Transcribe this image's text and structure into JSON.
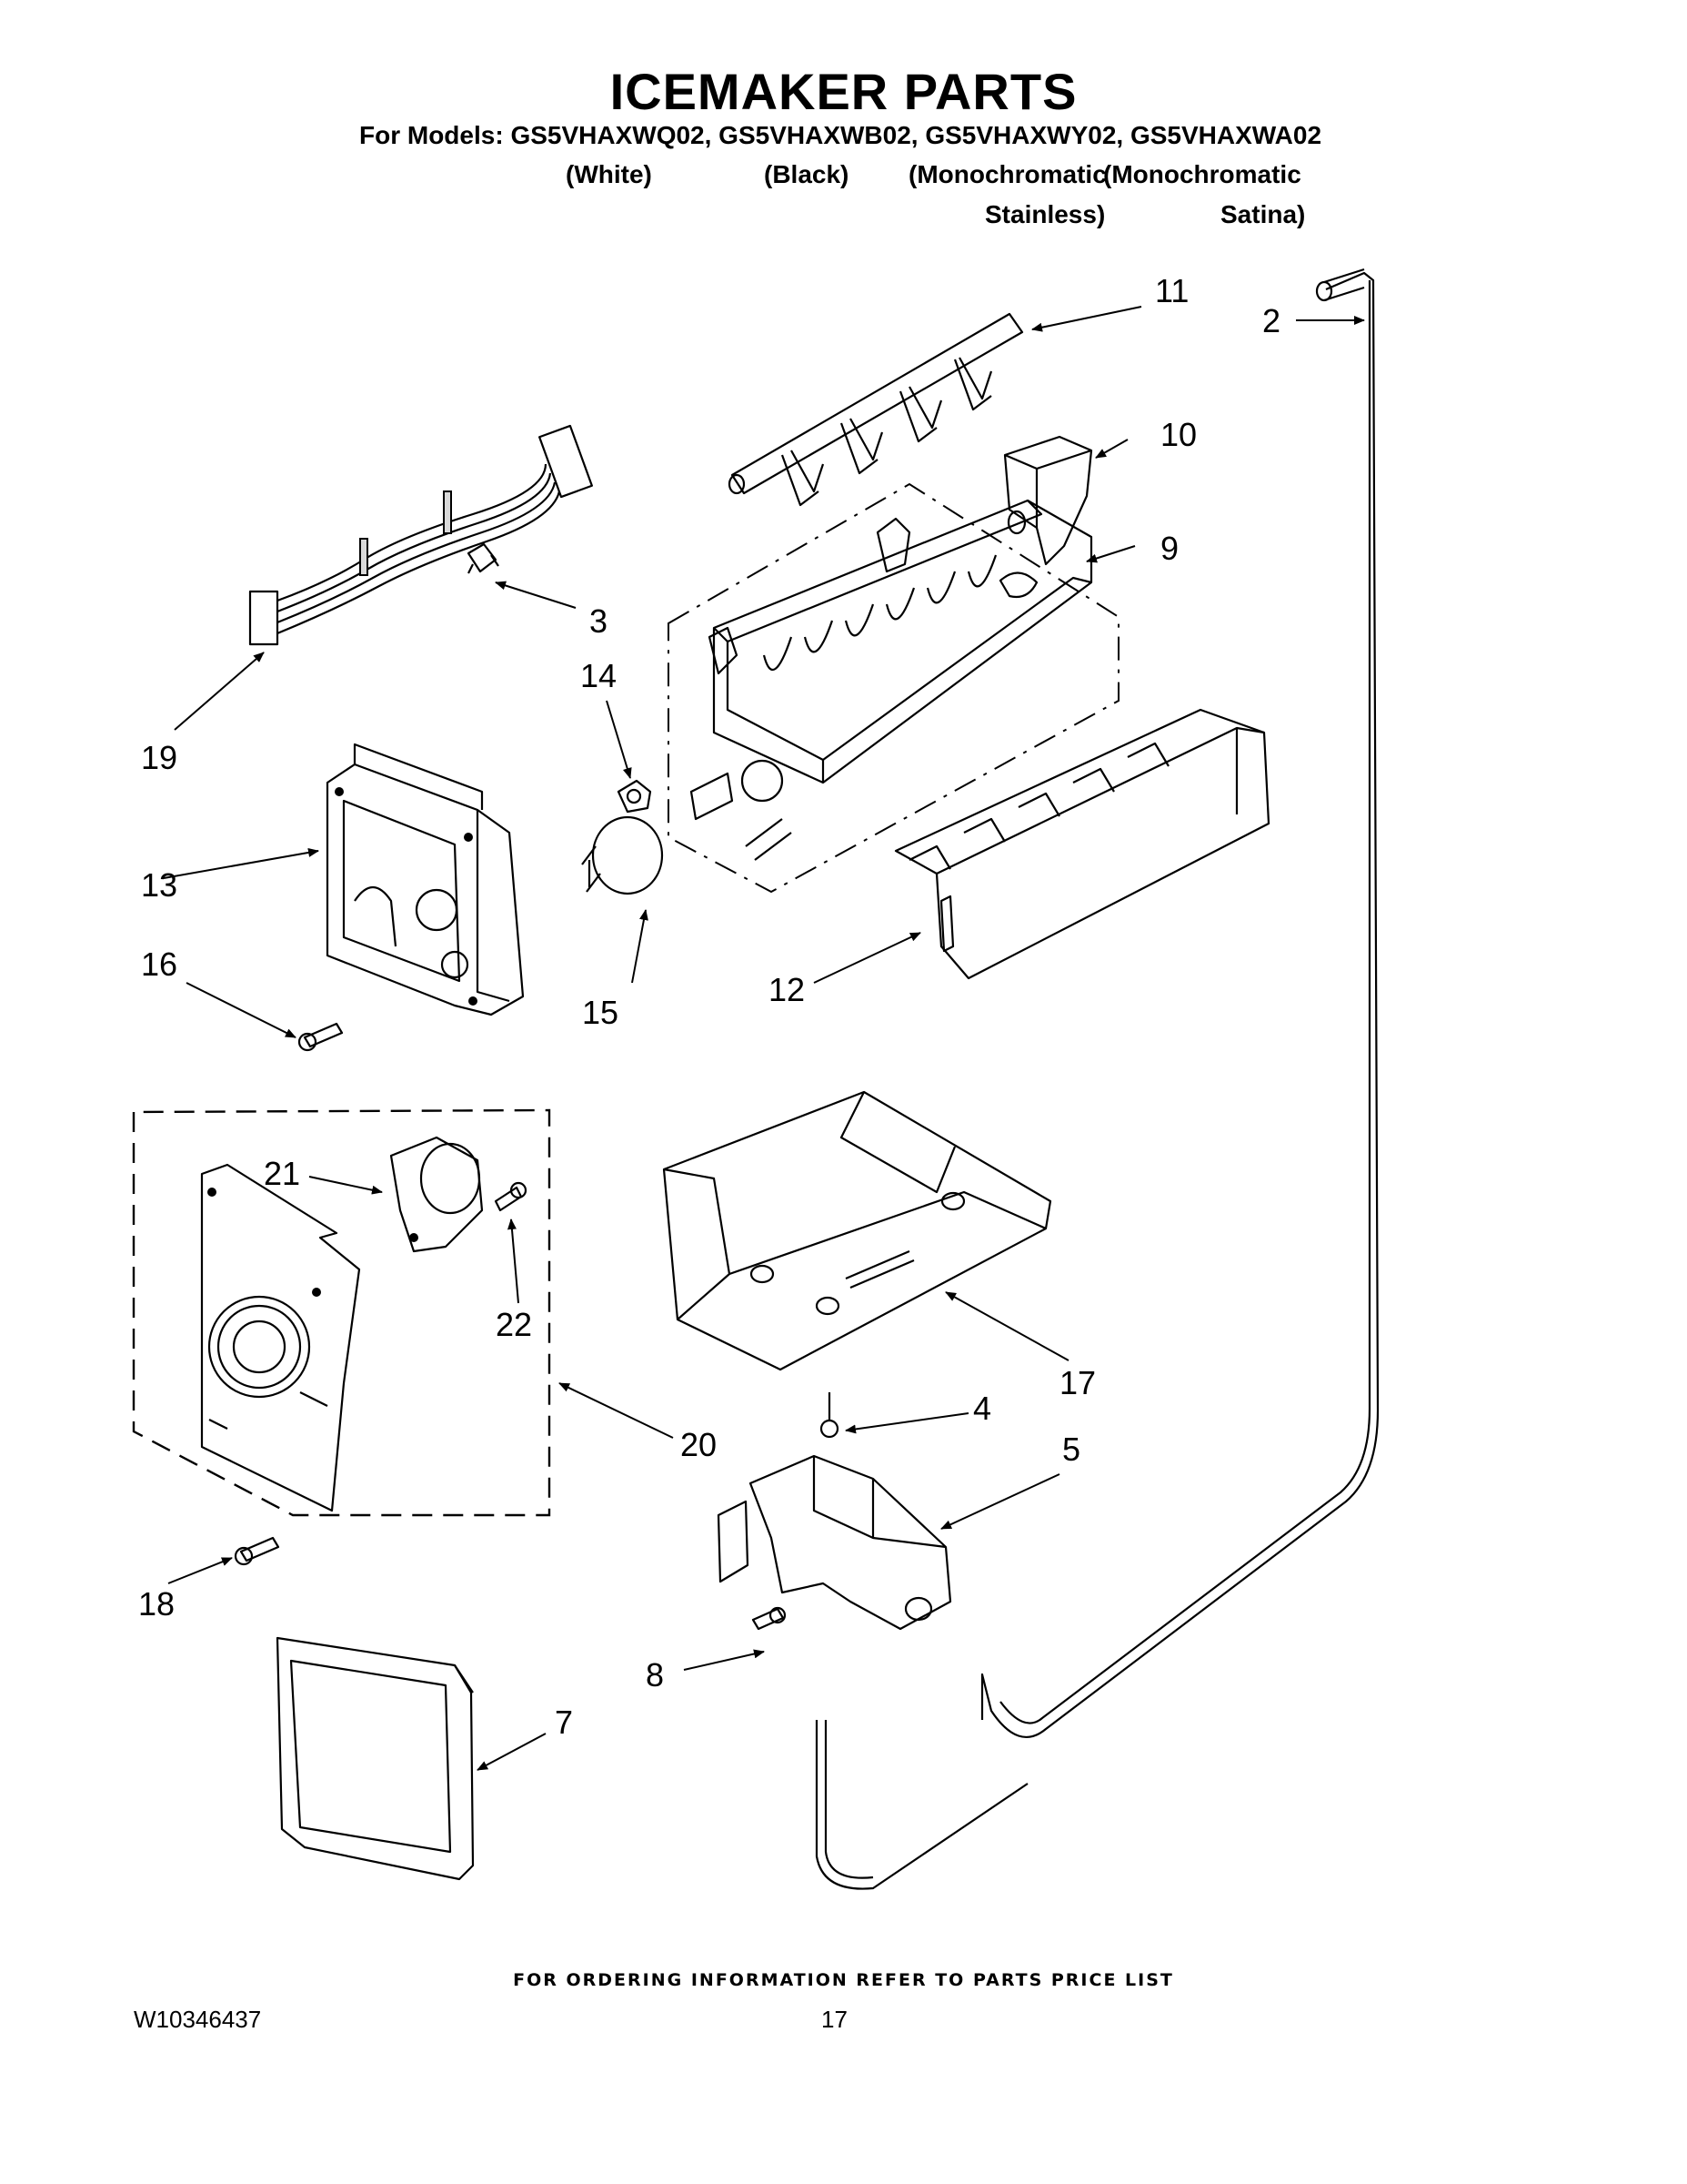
{
  "header": {
    "title": "ICEMAKER PARTS",
    "models_line": "For Models: GS5VHAXWQ02, GS5VHAXWB02, GS5VHAXWY02, GS5VHAXWA02",
    "color_1": "(White)",
    "color_2": "(Black)",
    "color_3a": "(Monochromatic",
    "color_3b": "Stainless)",
    "color_4a": "(Monochromatic",
    "color_4b": "Satina)"
  },
  "callouts": {
    "c2": "2",
    "c3": "3",
    "c4": "4",
    "c5": "5",
    "c7": "7",
    "c8": "8",
    "c9": "9",
    "c10": "10",
    "c11": "11",
    "c12": "12",
    "c13": "13",
    "c14": "14",
    "c15": "15",
    "c16": "16",
    "c17": "17",
    "c18": "18",
    "c19": "19",
    "c20": "20",
    "c21": "21",
    "c22": "22"
  },
  "footer": {
    "note": "FOR ORDERING INFORMATION REFER TO PARTS PRICE LIST",
    "doc_id": "W10346437",
    "page": "17"
  }
}
